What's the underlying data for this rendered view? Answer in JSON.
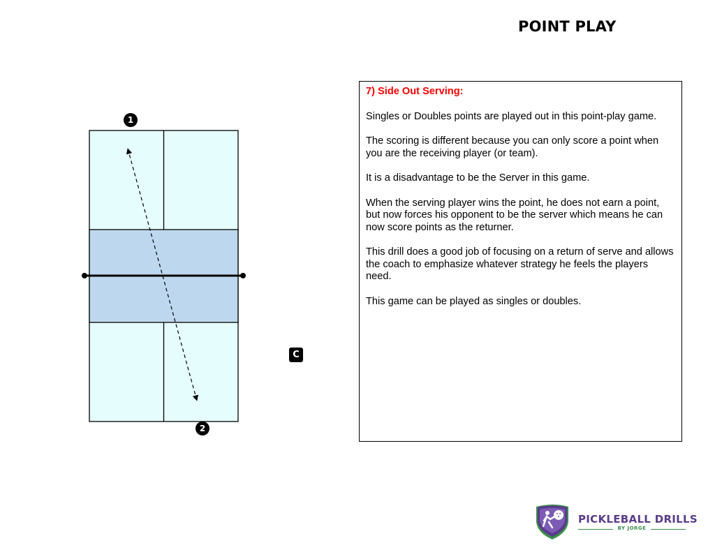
{
  "page": {
    "title": "POINT PLAY"
  },
  "diagram": {
    "players": [
      {
        "label": "1",
        "icon": "player-1-marker"
      },
      {
        "label": "2",
        "icon": "player-2-marker"
      }
    ],
    "coach_label": "C",
    "colors": {
      "court_fill": "#e6fdfd",
      "kitchen_fill": "#bdd7ee",
      "lines": "#000000"
    }
  },
  "drill": {
    "heading": "7) Side Out Serving:",
    "heading_color": "#ff0000",
    "paragraphs": [
      "Singles or Doubles points are played out in this point-play game.",
      "The scoring is different because you can only score a point when you are the receiving player (or team).",
      "It is a disadvantage to be the Server in this game.",
      "When the serving player wins the point, he does not earn a point, but now forces his opponent to be the server which means he can now score points as the returner.",
      "This drill does a good job of focusing on a return of serve and allows the coach to emphasize whatever strategy he feels the players need.",
      "This game can be played as singles or doubles."
    ]
  },
  "logo": {
    "main_text": "PICKLEBALL DRILLS",
    "sub_text": "BY JORGE",
    "colors": {
      "purple": "#5a3b8c",
      "green": "#3b8f4a"
    }
  }
}
